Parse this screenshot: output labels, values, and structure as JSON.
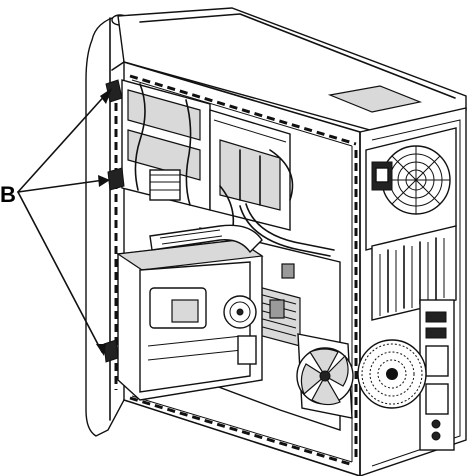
{
  "callout": {
    "label": "B"
  },
  "colors": {
    "line": "#111111",
    "panel_fill": "#d9d9d9",
    "dark_fill": "#9a9a9a",
    "background": "#ffffff"
  },
  "parts": {
    "chassis": "computer-case",
    "side_panel": "removed-side-panel",
    "drive_cage": "drive-cage",
    "power_supply": "power-supply",
    "cpu_fan": "cpu-cooler-fan",
    "rear_fan": "rear-case-fan",
    "expansion_slots": "expansion-slot-covers",
    "io_panel": "rear-io-ports",
    "clips": "drive-bay-clips"
  }
}
